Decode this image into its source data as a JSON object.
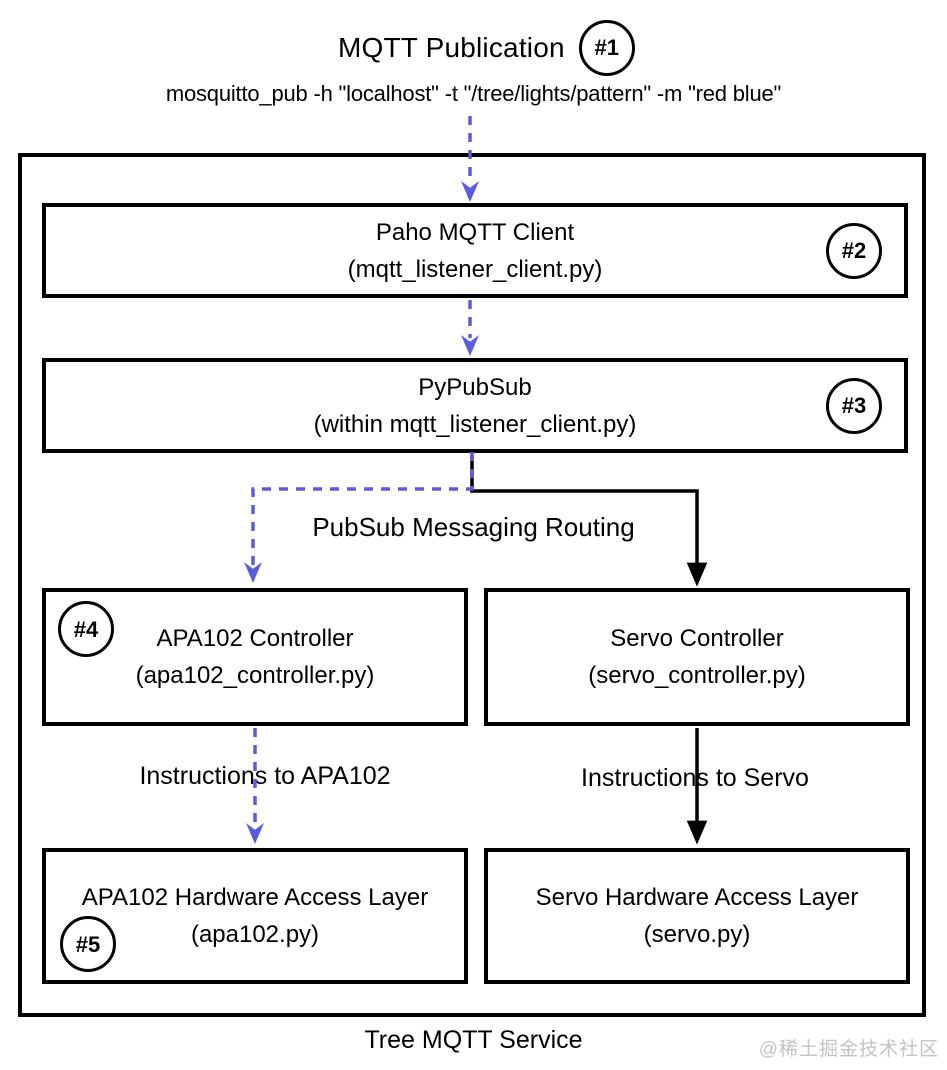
{
  "title": {
    "text": "MQTT Publication",
    "badge": "#1"
  },
  "command": "mosquitto_pub -h \"localhost\" -t \"/tree/lights/pattern\" -m \"red blue\"",
  "nodes": {
    "paho": {
      "label": "Paho MQTT Client",
      "sublabel": "(mqtt_listener_client.py)",
      "badge": "#2"
    },
    "pypubsub": {
      "label": "PyPubSub",
      "sublabel": "(within mqtt_listener_client.py)",
      "badge": "#3"
    },
    "apa102_controller": {
      "label": "APA102 Controller",
      "sublabel": "(apa102_controller.py)",
      "badge": "#4"
    },
    "servo_controller": {
      "label": "Servo Controller",
      "sublabel": "(servo_controller.py)"
    },
    "apa102_hal": {
      "label": "APA102 Hardware Access Layer",
      "sublabel": "(apa102.py)",
      "badge": "#5"
    },
    "servo_hal": {
      "label": "Servo Hardware Access Layer",
      "sublabel": "(servo.py)"
    }
  },
  "edge_labels": {
    "routing": "PubSub Messaging Routing",
    "to_apa102": "Instructions to APA102",
    "to_servo": "Instructions to Servo"
  },
  "container_label": "Tree MQTT Service",
  "watermark": "@稀土掘金技术社区",
  "colors": {
    "accent_blue": "#5b5be0",
    "line_black": "#000000",
    "watermark_gray": "#c3c3c3"
  }
}
